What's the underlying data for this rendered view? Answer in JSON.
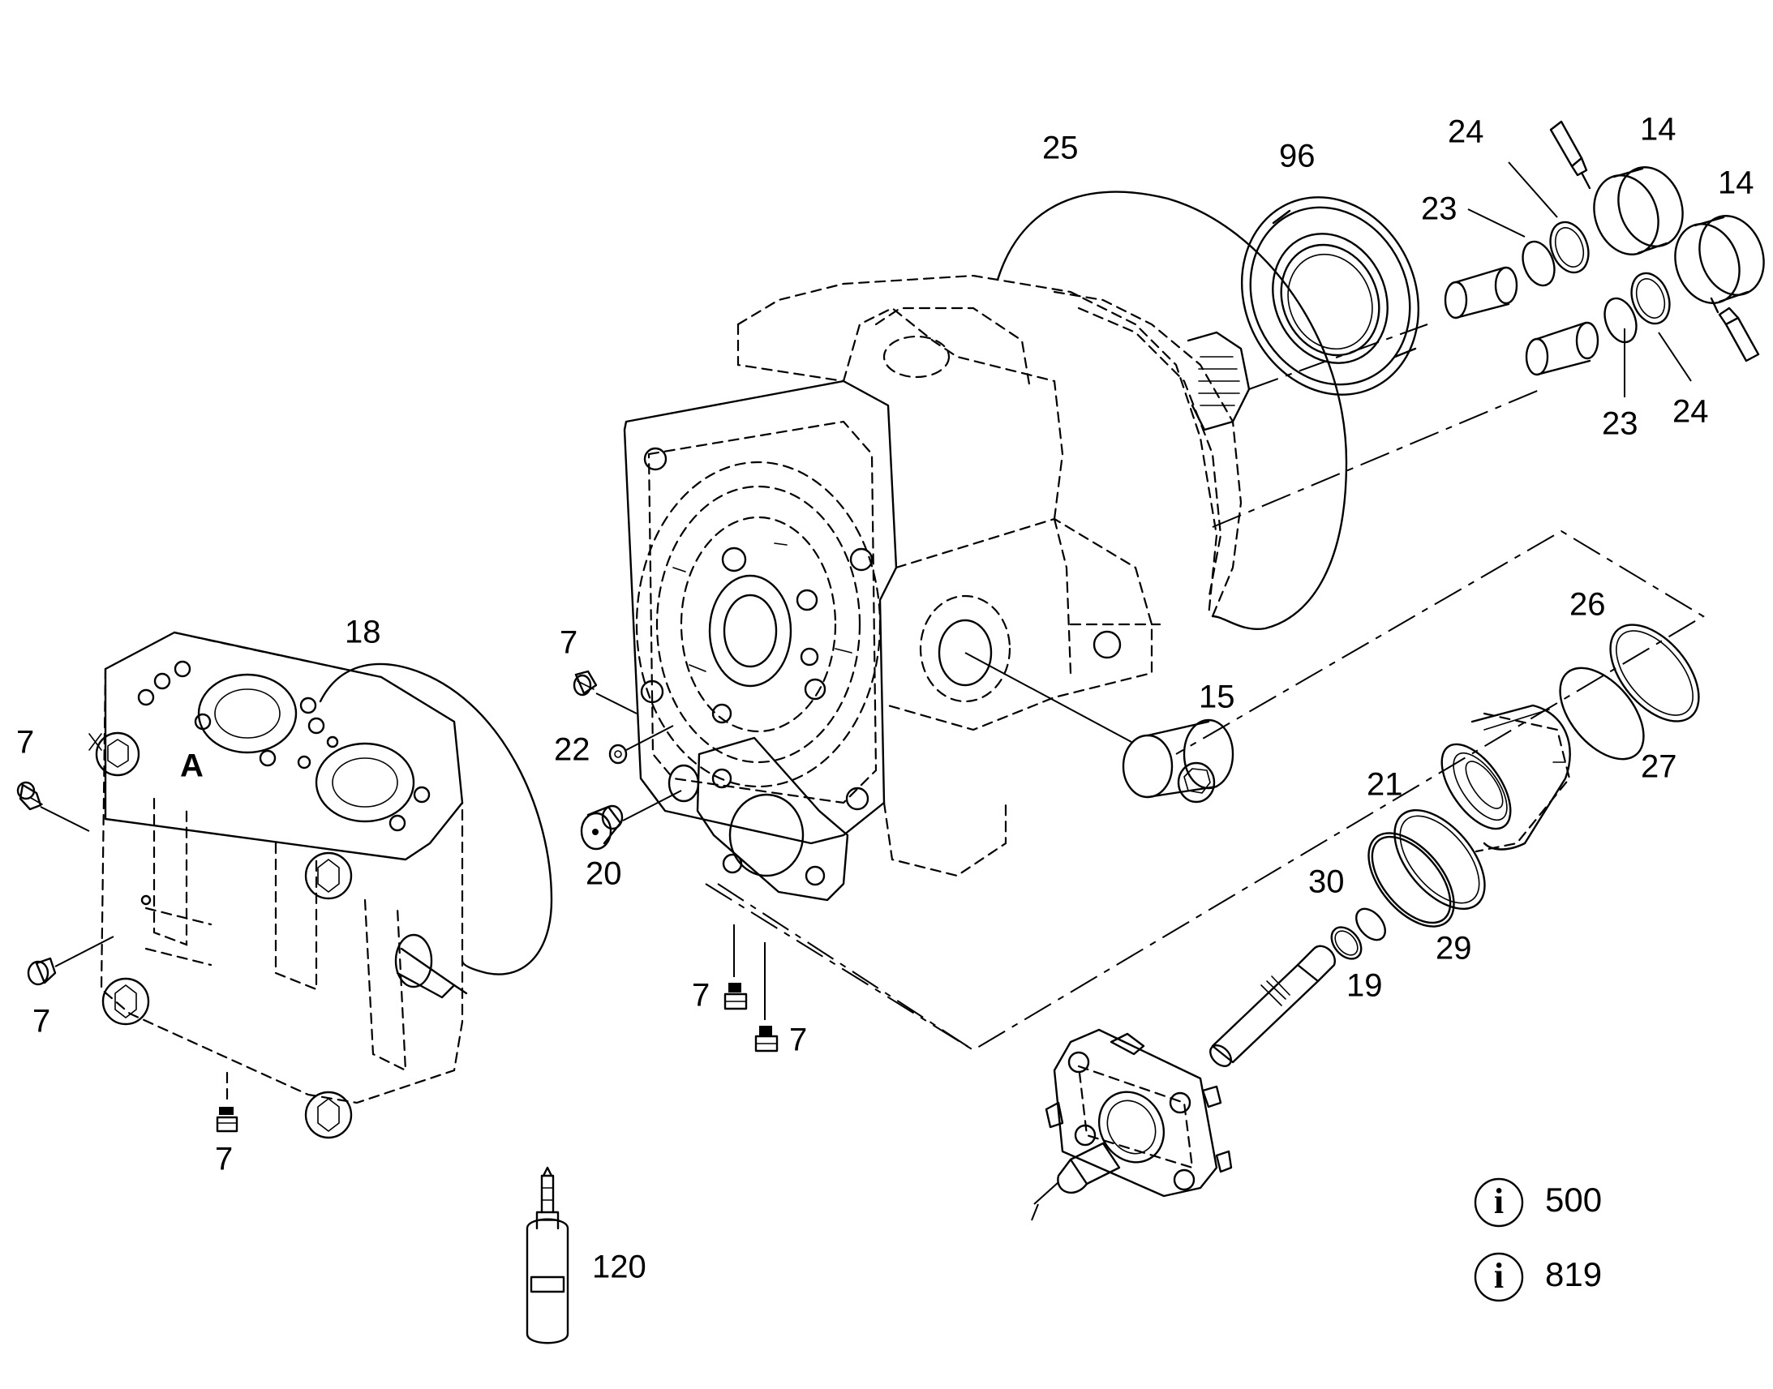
{
  "diagram": {
    "labels": [
      {
        "id": "p25",
        "text": "25"
      },
      {
        "id": "p96",
        "text": "96"
      },
      {
        "id": "p24a",
        "text": "24"
      },
      {
        "id": "p14a",
        "text": "14"
      },
      {
        "id": "p14b",
        "text": "14"
      },
      {
        "id": "p23a",
        "text": "23"
      },
      {
        "id": "p23b",
        "text": "23"
      },
      {
        "id": "p24b",
        "text": "24"
      },
      {
        "id": "p26",
        "text": "26"
      },
      {
        "id": "p27",
        "text": "27"
      },
      {
        "id": "p15",
        "text": "15"
      },
      {
        "id": "p18",
        "text": "18"
      },
      {
        "id": "p7a",
        "text": "7"
      },
      {
        "id": "p7b",
        "text": "7"
      },
      {
        "id": "p7c",
        "text": "7"
      },
      {
        "id": "p7d",
        "text": "7"
      },
      {
        "id": "p7e",
        "text": "7"
      },
      {
        "id": "p7f",
        "text": "7"
      },
      {
        "id": "p22",
        "text": "22"
      },
      {
        "id": "p20",
        "text": "20"
      },
      {
        "id": "p21",
        "text": "21"
      },
      {
        "id": "p30",
        "text": "30"
      },
      {
        "id": "p29",
        "text": "29"
      },
      {
        "id": "p19",
        "text": "19"
      },
      {
        "id": "p120",
        "text": "120"
      }
    ],
    "housing_marking": "A",
    "info_icon": "info-icon",
    "info_refs": [
      {
        "id": "i500",
        "text": "500"
      },
      {
        "id": "i819",
        "text": "819"
      }
    ]
  }
}
